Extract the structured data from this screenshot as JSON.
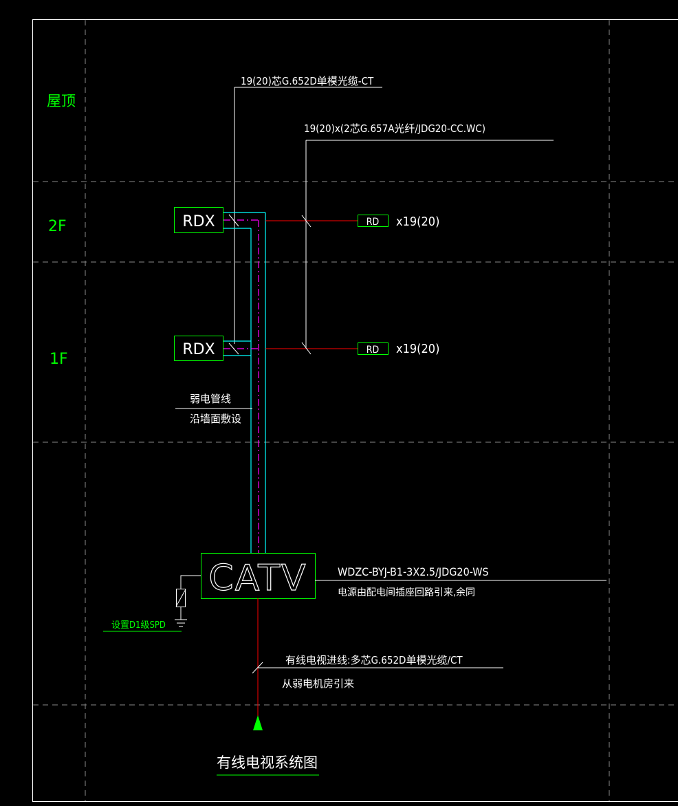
{
  "title": "有线电视系统图",
  "floors": {
    "roof": "屋顶",
    "f2": "2F",
    "f1": "1F"
  },
  "devices": {
    "rdx": "RDX",
    "rd": "RD",
    "rd_count": "x19(20)",
    "catv": "CATV"
  },
  "annotations": {
    "roof_cable": "19(20)芯G.652D单模光缆-CT",
    "fiber_branch": "19(20)x(2芯G.657A光纤/JDG20-CC.WC)",
    "conduit_line1": "弱电管线",
    "conduit_line2": "沿墙面敷设",
    "power_line1": "WDZC-BYJ-B1-3X2.5/JDG20-WS",
    "power_line2": "电源由配电间插座回路引来,余同",
    "spd": "设置D1级SPD",
    "incoming_line1": "有线电视进线:多芯G.652D单模光缆/CT",
    "incoming_line2": "从弱电机房引来"
  },
  "colors": {
    "background": "#000000",
    "green": "#00ff00",
    "white": "#ffffff",
    "cyan": "#00ffff",
    "magenta": "#ff00ff",
    "red": "#ff0000",
    "grid": "#888888"
  }
}
